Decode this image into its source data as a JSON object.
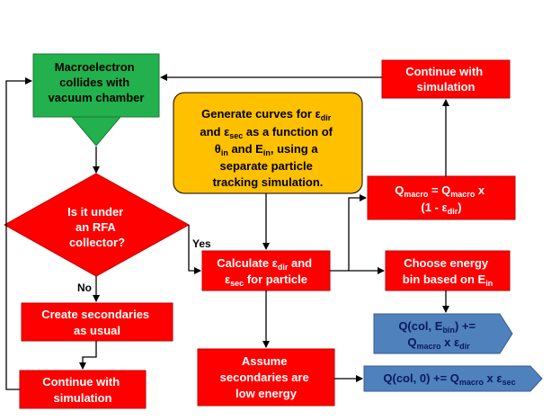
{
  "nodes": {
    "macroelectron": {
      "lines": [
        "Macroelectron",
        "collides with",
        "vacuum chamber"
      ]
    },
    "continue_top": {
      "lines": [
        "Continue with",
        "simulation"
      ]
    },
    "generate_curves": {
      "line1": "Generate curves for ε",
      "line1_sub": "dir",
      "line2_a": "and ε",
      "line2_sub": "sec",
      "line2_b": " as a function of",
      "line3_a": "θ",
      "line3_sub1": "in",
      "line3_b": " and E",
      "line3_sub2": "in",
      "line3_c": ", using a",
      "line4": "separate particle",
      "line5": "tracking simulation."
    },
    "q_macro_update": {
      "line1_a": "Q",
      "line1_sub1": "macro",
      "line1_b": " = Q",
      "line1_sub2": "macro",
      "line1_c": " x",
      "line2_a": "(1 - ε",
      "line2_sub": "dir",
      "line2_b": ")"
    },
    "rfa_decision": {
      "lines": [
        "Is it under",
        "an RFA",
        "collector?"
      ],
      "yes_label": "Yes",
      "no_label": "No"
    },
    "calculate": {
      "line1_a": "Calculate ε",
      "line1_sub": "dir",
      "line1_b": " and",
      "line2_a": "ε",
      "line2_sub": "sec",
      "line2_b": " for particle"
    },
    "choose_bin": {
      "line1": "Choose energy",
      "line2_a": "bin based on E",
      "line2_sub": "in"
    },
    "create_secondaries": {
      "lines": [
        "Create secondaries",
        "as usual"
      ]
    },
    "q_bin": {
      "line1_a": "Q(col, E",
      "line1_sub": "bin",
      "line1_b": ") +=",
      "line2_a": "Q",
      "line2_sub1": "macro",
      "line2_b": " x ε",
      "line2_sub2": "dir"
    },
    "assume_low": {
      "lines": [
        "Assume",
        "secondaries are",
        "low energy"
      ]
    },
    "q_zero": {
      "line1_a": "Q(col, 0) += Q",
      "line1_sub1": "macro",
      "line1_b": " x ε",
      "line1_sub2": "sec"
    },
    "continue_bottom": {
      "lines": [
        "Continue with",
        "simulation"
      ]
    }
  },
  "colors": {
    "red": "#ff0000",
    "green": "#22b14c",
    "orange": "#ffc000",
    "blue": "#4f81bd",
    "line": "#000000"
  }
}
